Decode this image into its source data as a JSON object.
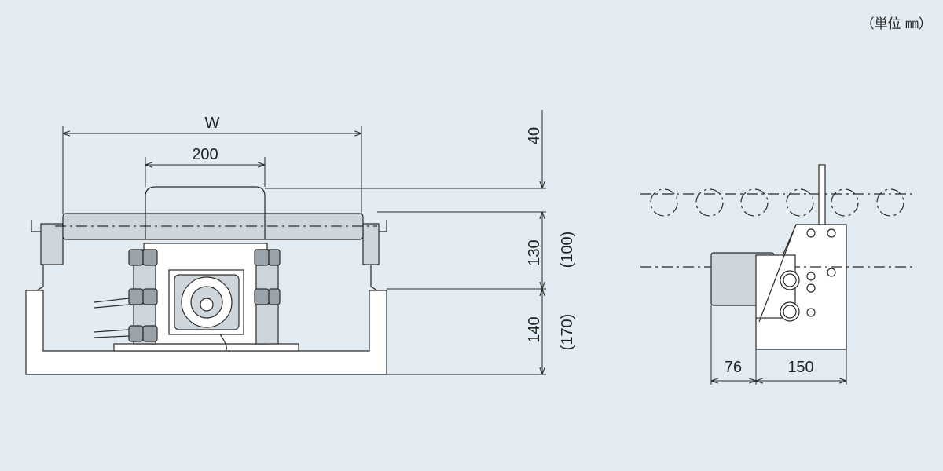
{
  "unit_label": "（単位 ㎜）",
  "dimensions": {
    "width": "W",
    "drive_width": "200",
    "top_clearance": "40",
    "frame_height": "130",
    "frame_height_ref": "(100)",
    "base_height": "140",
    "base_height_ref": "(170)",
    "motor_protrusion": "76",
    "side_width": "150"
  }
}
